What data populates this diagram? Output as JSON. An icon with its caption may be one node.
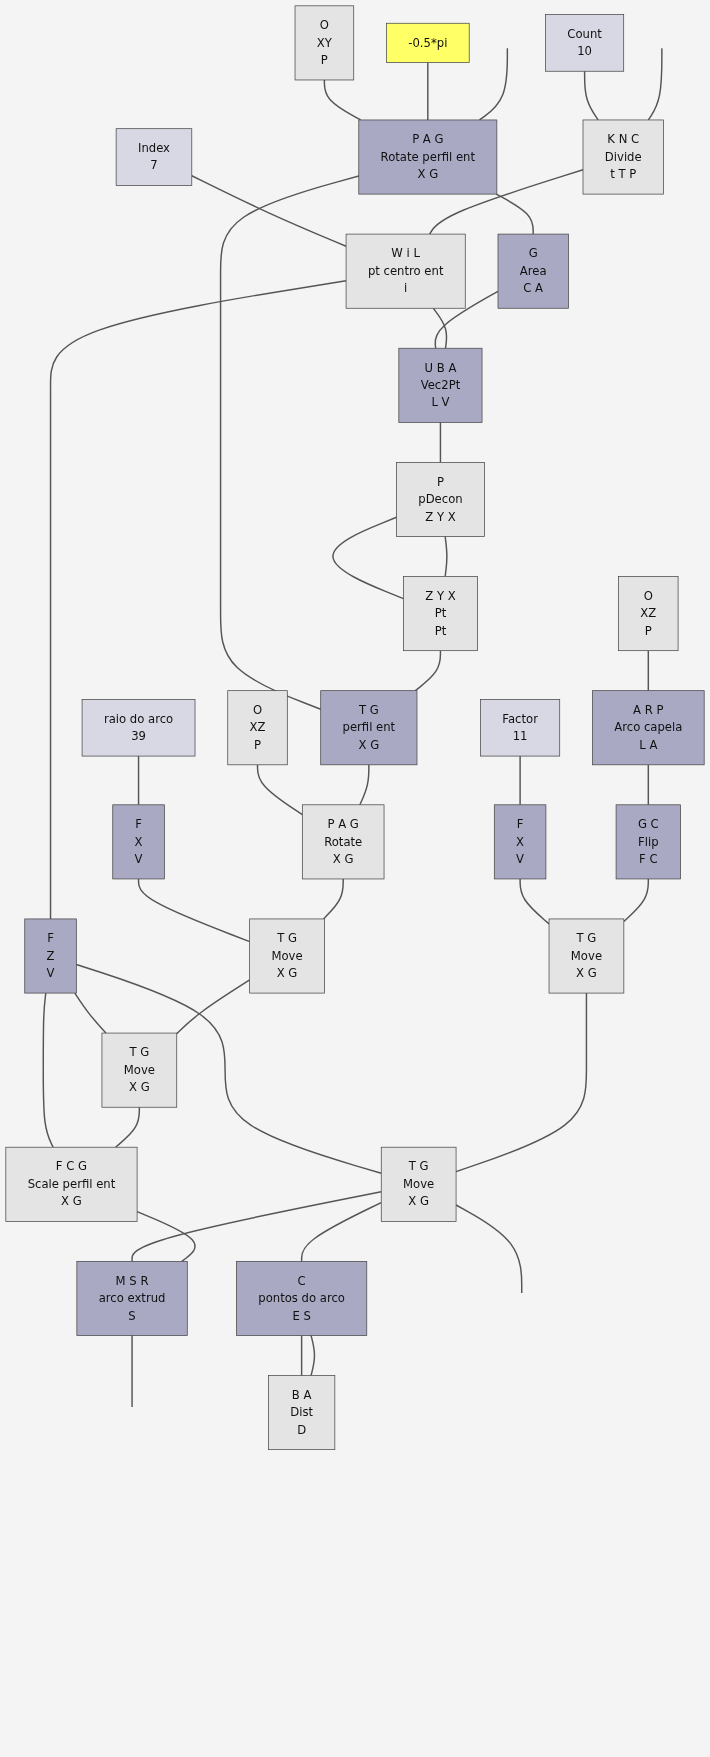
{
  "diagram": {
    "nodes": [
      {
        "text": [
          "Count",
          "10"
        ]
      },
      {
        "text": [
          "O",
          "XY",
          "P"
        ]
      },
      {
        "text": [
          "-0.5*pi"
        ]
      },
      {
        "text": [
          "Index",
          "7"
        ]
      },
      {
        "text": [
          "P A G",
          "Rotate perfil ent",
          "X G"
        ]
      },
      {
        "text": [
          "K N C",
          "Divide",
          "t T P"
        ]
      },
      {
        "text": [
          "G",
          "Area",
          "C A"
        ]
      },
      {
        "text": [
          "W i L",
          "pt centro ent",
          "i"
        ]
      },
      {
        "text": [
          "U B A",
          "Vec2Pt",
          "L V"
        ]
      },
      {
        "text": [
          "P",
          "pDecon",
          "Z Y X"
        ]
      },
      {
        "text": [
          "Z Y X",
          "Pt",
          "Pt"
        ]
      },
      {
        "text": [
          "Factor",
          "11"
        ]
      },
      {
        "text": [
          "O",
          "XZ",
          "P"
        ]
      },
      {
        "text": [
          "raio do arco",
          "39"
        ]
      },
      {
        "text": [
          "T G",
          "perfil ent",
          "X G"
        ]
      },
      {
        "text": [
          "O",
          "XZ",
          "P"
        ]
      },
      {
        "text": [
          "A R P",
          "Arco capela",
          "L A"
        ]
      },
      {
        "text": [
          "P A G",
          "Rotate",
          "X G"
        ]
      },
      {
        "text": [
          "F",
          "X",
          "V"
        ]
      },
      {
        "text": [
          "G C",
          "Flip",
          "F C"
        ]
      },
      {
        "text": [
          "F",
          "X",
          "V"
        ]
      },
      {
        "text": [
          "T G",
          "Move",
          "X G"
        ]
      },
      {
        "text": [
          "T G",
          "Move",
          "X G"
        ]
      },
      {
        "text": [
          "F",
          "Z",
          "V"
        ]
      },
      {
        "text": [
          "T G",
          "Move",
          "X G"
        ]
      },
      {
        "text": [
          "T G",
          "Move",
          "X G"
        ]
      },
      {
        "text": [
          "F C G",
          "Scale perfil ent",
          "X G"
        ]
      },
      {
        "text": [
          "C",
          "pontos do arco",
          "E S"
        ]
      },
      {
        "text": [
          "M S R",
          "arco extrud",
          "S"
        ]
      },
      {
        "text": [
          "B A",
          "Dist",
          "D"
        ]
      }
    ],
    "edges": [
      {
        "from": 0,
        "to": 5,
        "arrow": "none"
      },
      {
        "from": null,
        "to": 5,
        "arrow": "none"
      },
      {
        "from": 1,
        "to": 4,
        "arrow": "none"
      },
      {
        "from": 2,
        "to": 4,
        "arrow": "none"
      },
      {
        "from": null,
        "to": 4,
        "arrow": "none"
      },
      {
        "from": 3,
        "to": 7,
        "arrow": "none"
      },
      {
        "from": 5,
        "to": 7,
        "arrow": "none"
      },
      {
        "from": 4,
        "to": 6,
        "arrow": "none"
      },
      {
        "from": 4,
        "to": 14,
        "arrow": "none"
      },
      {
        "from": 6,
        "to": 8,
        "arrow": "none"
      },
      {
        "from": 7,
        "to": 8,
        "arrow": "none"
      },
      {
        "from": 7,
        "to": 23,
        "arrow": "none"
      },
      {
        "from": 8,
        "to": 9,
        "arrow": "none"
      },
      {
        "from": 9,
        "to": 10,
        "arrow": "none"
      },
      {
        "from": 9,
        "to": 10,
        "arrow": "none"
      },
      {
        "from": 10,
        "to": 14,
        "arrow": "none"
      },
      {
        "from": 12,
        "to": 16,
        "arrow": "none"
      },
      {
        "from": 15,
        "to": 17,
        "arrow": "none"
      },
      {
        "from": 14,
        "to": 17,
        "arrow": "none"
      },
      {
        "from": 11,
        "to": 18,
        "arrow": "none"
      },
      {
        "from": 16,
        "to": 19,
        "arrow": "none"
      },
      {
        "from": 13,
        "to": 20,
        "arrow": "none"
      },
      {
        "from": 20,
        "to": 21,
        "arrow": "none"
      },
      {
        "from": 17,
        "to": 21,
        "arrow": "none"
      },
      {
        "from": 18,
        "to": 22,
        "arrow": "none"
      },
      {
        "from": 19,
        "to": 22,
        "arrow": "none"
      },
      {
        "from": 23,
        "to": 24,
        "arrow": "none"
      },
      {
        "from": 21,
        "to": 24,
        "arrow": "none"
      },
      {
        "from": 23,
        "to": 25,
        "arrow": "none"
      },
      {
        "from": 22,
        "to": 25,
        "arrow": "none"
      },
      {
        "from": 23,
        "to": 26,
        "arrow": "none"
      },
      {
        "from": 24,
        "to": 26,
        "arrow": "none"
      },
      {
        "from": 25,
        "to": 27,
        "arrow": "none"
      },
      {
        "from": 25,
        "to": null,
        "arrow": "none"
      },
      {
        "from": 25,
        "to": 28,
        "arrow": "none"
      },
      {
        "from": 26,
        "to": 28,
        "arrow": "none"
      },
      {
        "from": 27,
        "to": 29,
        "arrow": "none"
      },
      {
        "from": 27,
        "to": 29,
        "arrow": "none"
      },
      {
        "from": 28,
        "to": null,
        "arrow": "none"
      }
    ]
  }
}
